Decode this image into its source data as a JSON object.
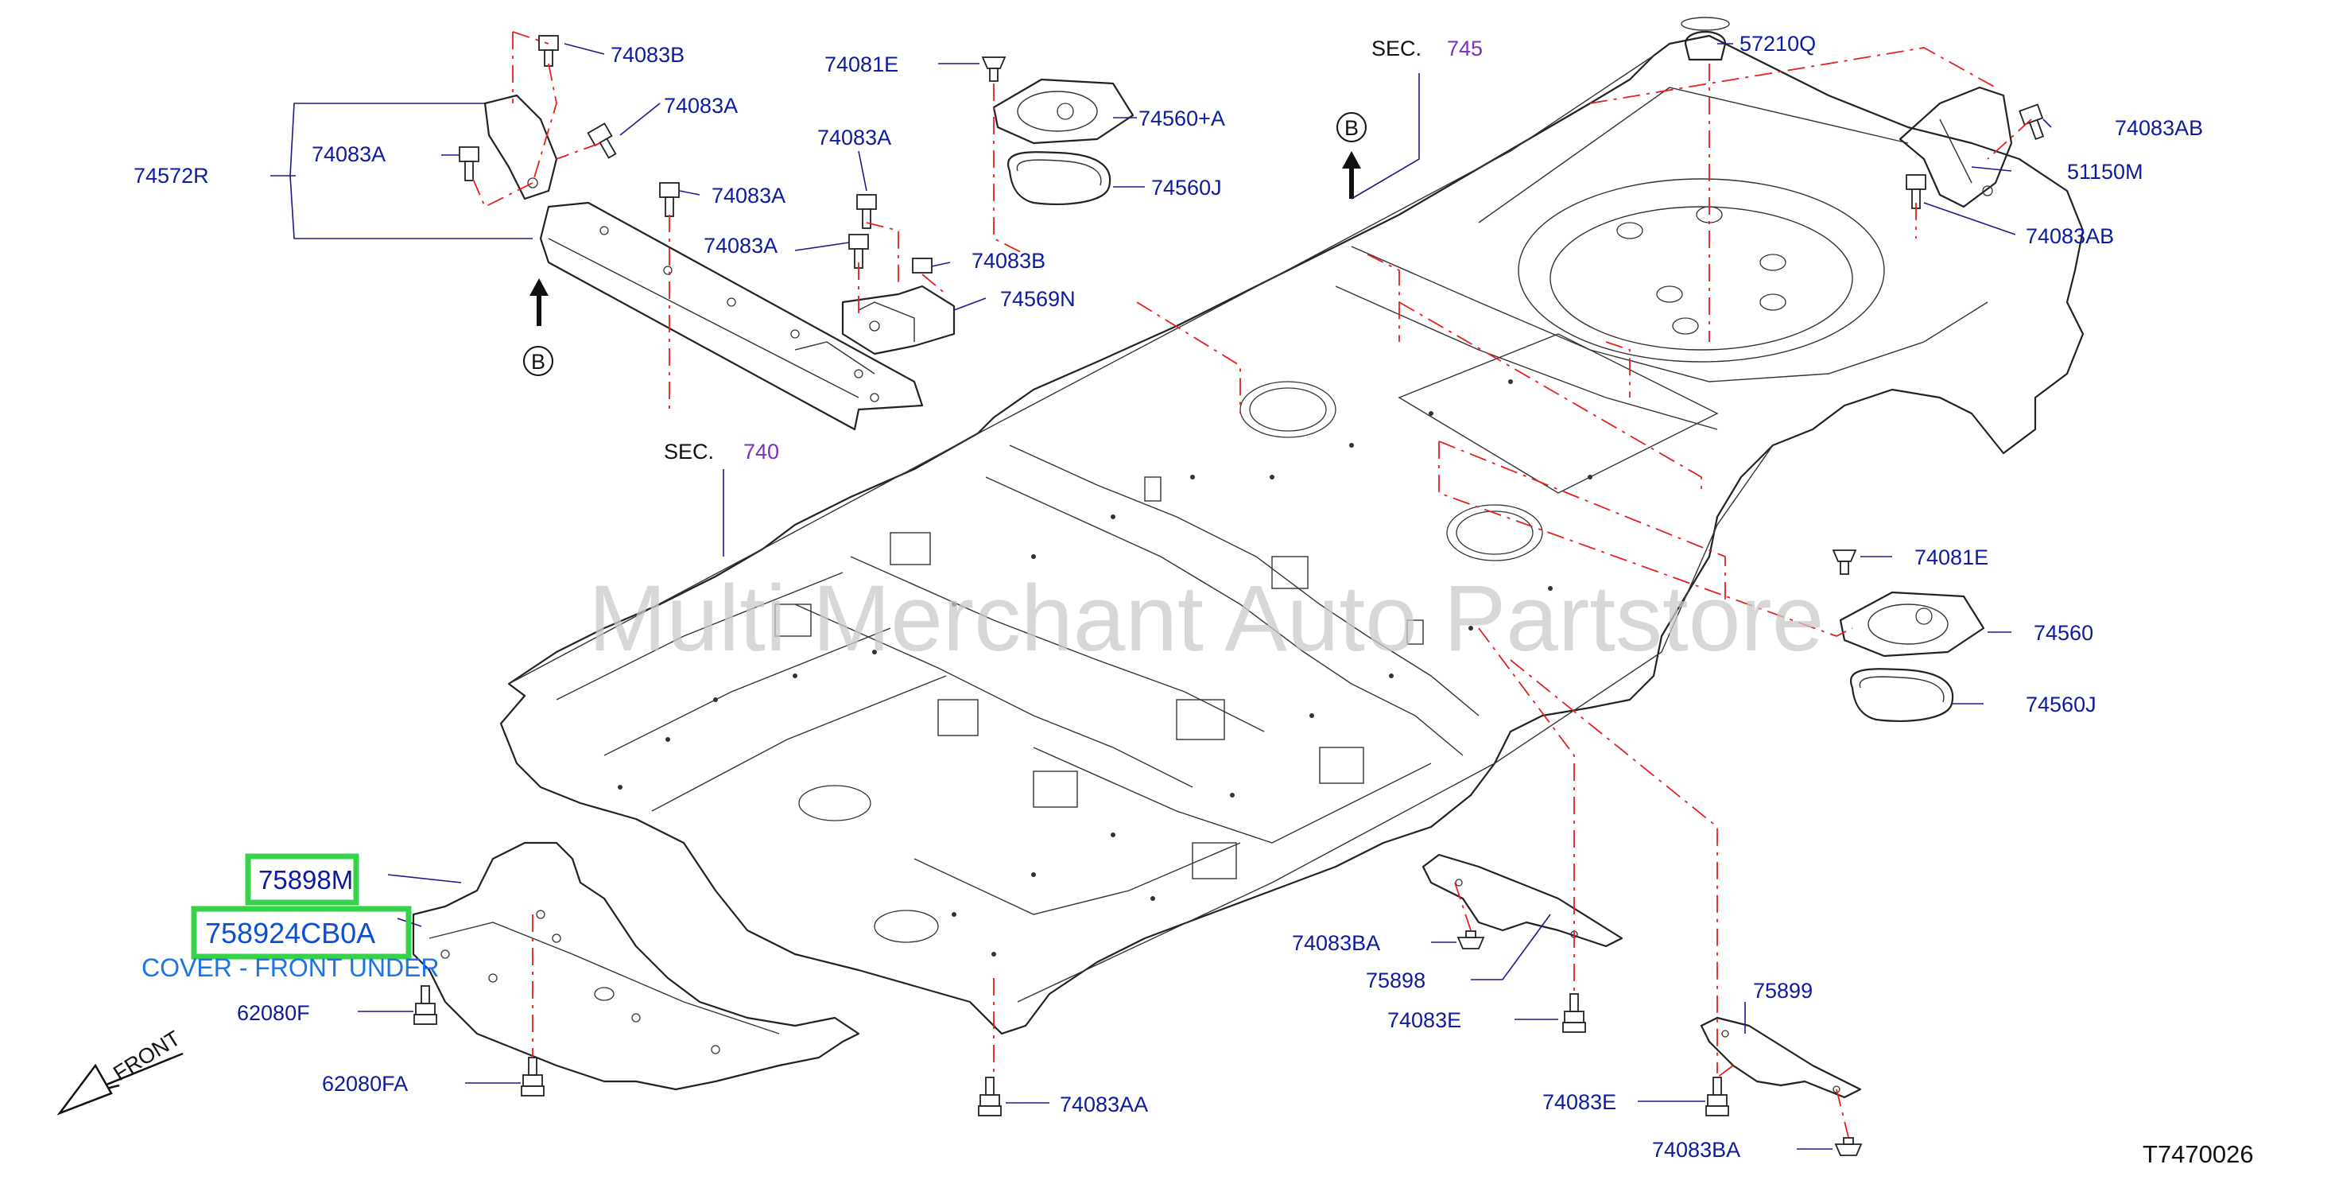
{
  "diagram": {
    "watermark": "Multi Merchant Auto Partstore",
    "drawing_code": "T7470026",
    "front_label": "FRONT",
    "section_refs": [
      {
        "prefix": "SEC.",
        "number": "745"
      },
      {
        "prefix": "SEC.",
        "number": "740"
      }
    ],
    "view_markers": [
      "B",
      "B"
    ],
    "highlighted_parts": [
      {
        "part": "75898M"
      },
      {
        "part": "758924CB0A",
        "description": "COVER - FRONT UNDER"
      }
    ],
    "labels": [
      "74083B",
      "74083A",
      "74083A",
      "74572R",
      "74083A",
      "74083A",
      "74081E",
      "74083A",
      "74083B",
      "74569N",
      "74560+A",
      "74560J",
      "57210Q",
      "74083AB",
      "51150M",
      "74083AB",
      "74081E",
      "74560",
      "74560J",
      "62080F",
      "62080FA",
      "74083AA",
      "74083BA",
      "75898",
      "74083E",
      "75899",
      "74083E",
      "74083BA"
    ]
  }
}
